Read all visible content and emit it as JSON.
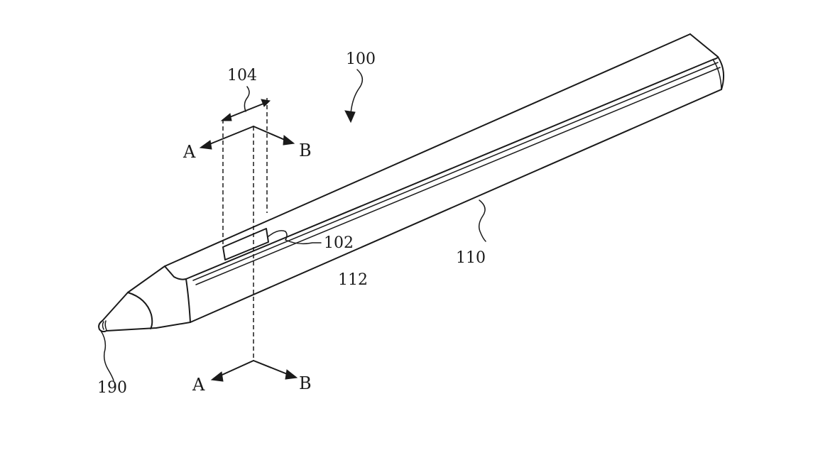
{
  "figure": {
    "ref_device": "100",
    "ref_span": "104",
    "ref_window": "102",
    "ref_body": "110",
    "ref_surface": "112",
    "ref_tip": "190",
    "section_a_top": "A",
    "section_b_top": "B",
    "section_a_bottom": "A",
    "section_b_bottom": "B"
  },
  "colors": {
    "line": "#1a1a1a",
    "background": "#ffffff"
  }
}
